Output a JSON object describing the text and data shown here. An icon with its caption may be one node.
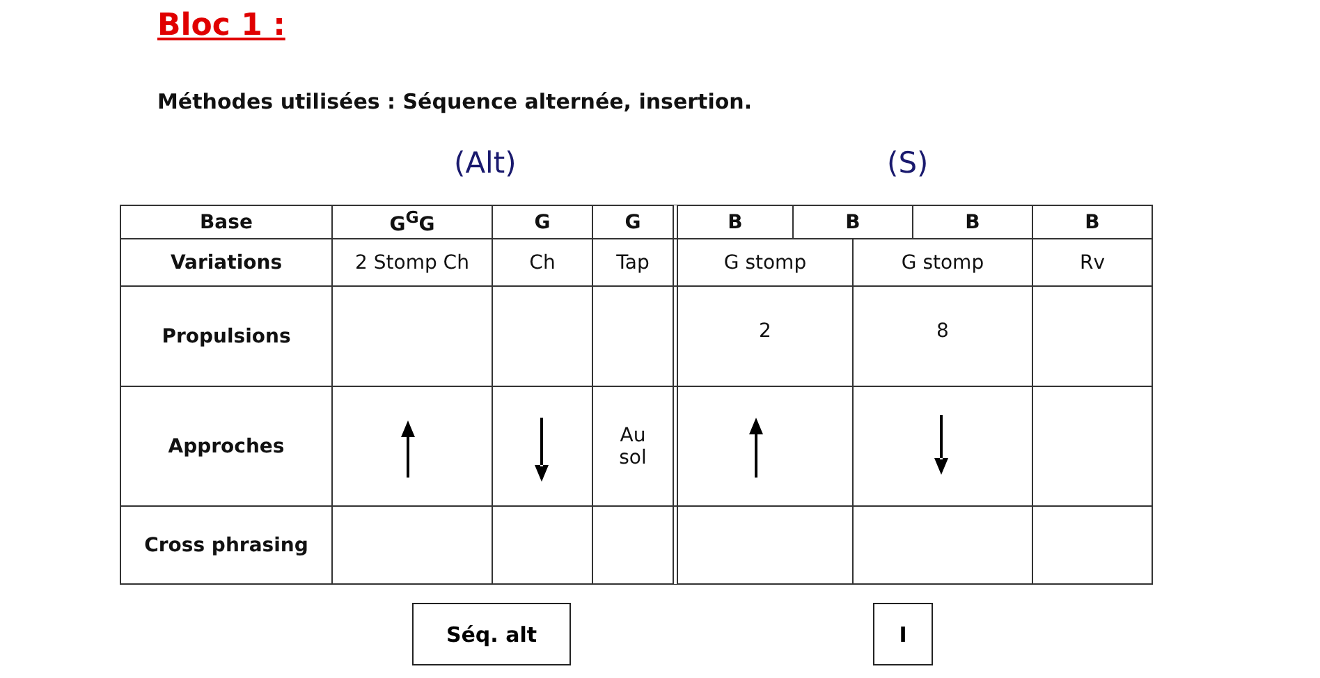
{
  "diagram": {
    "title": "Bloc 1 :",
    "nodes": [
      {
        "text": [
          "Séq. alt"
        ]
      },
      {
        "text": [
          "I"
        ]
      }
    ],
    "labels": [
      "Méthodes utilisées : Séquence alternée, insertion.",
      "(Alt)",
      "(S)",
      "Base",
      "G$^{G}$G",
      "G",
      "G",
      "B",
      "B",
      "B",
      "B",
      "Variations",
      "2 Stomp Ch",
      "Ch",
      "Tap",
      "G stomp",
      "G stomp",
      "Rv",
      "Propulsions",
      "2",
      "8",
      "Approches",
      "Au sol",
      "Cross phrasing"
    ]
  }
}
